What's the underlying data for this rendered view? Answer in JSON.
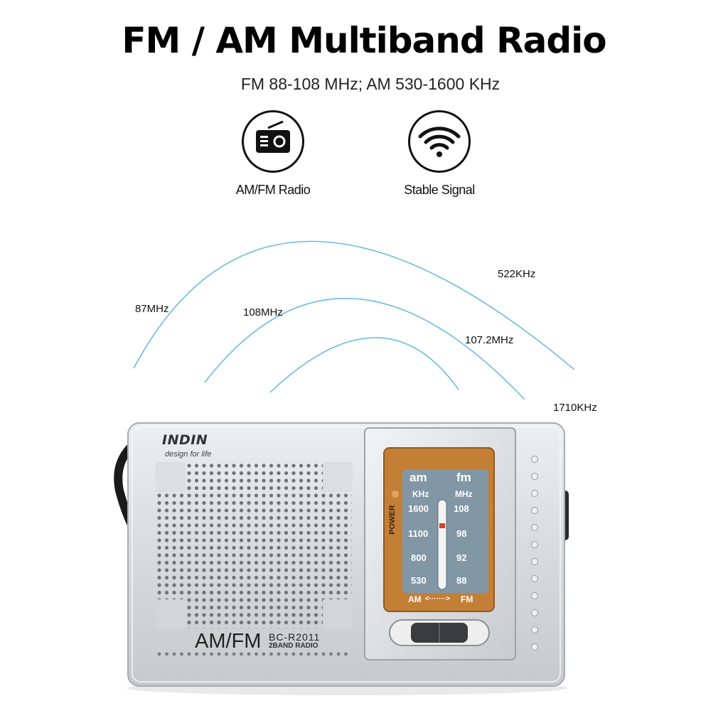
{
  "header": {
    "title": "FM / AM Multiband Radio",
    "subtitle": "FM 88-108 MHz; AM 530-1600 KHz"
  },
  "features": [
    {
      "icon": "radio-icon",
      "label": "AM/FM Radio"
    },
    {
      "icon": "wifi-signal-icon",
      "label": "Stable Signal"
    }
  ],
  "frequency_labels": {
    "f87": "87MHz",
    "f108": "108MHz",
    "f522": "522KHz",
    "f1072": "107.2MHz",
    "f1710": "1710KHz"
  },
  "radio": {
    "brand": "INDIN",
    "tagline": "design for life",
    "band_label": "AM/FM",
    "model_code": "BC-R2011",
    "model_sub": "2BAND RADIO",
    "dial": {
      "am_label": "am",
      "fm_label": "fm",
      "am_unit": "KHz",
      "fm_unit": "MHz",
      "power_label": "POWER",
      "am_scale": [
        "1600",
        "1100",
        "800",
        "530"
      ],
      "fm_scale": [
        "108",
        "98",
        "92",
        "88"
      ],
      "switch_label_am": "AM",
      "switch_label_fm": "FM",
      "switch_arrows": "<·······>"
    }
  },
  "colors": {
    "wave": "#5fb6e0",
    "radio_body": "#d7d9dc",
    "dial_frame": "#c9863d",
    "dial_face": "#7f97a6"
  }
}
